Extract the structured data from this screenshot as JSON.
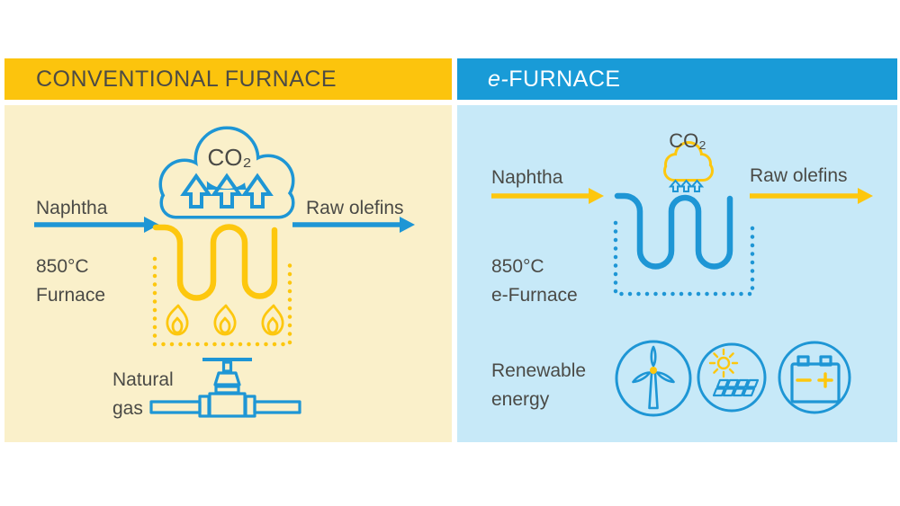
{
  "left_panel": {
    "title": "CONVENTIONAL FURNACE",
    "co2_label": "CO₂",
    "naphtha_label": "Naphtha",
    "raw_olefins_label": "Raw olefins",
    "temp_label": "850°C",
    "furnace_label": "Furnace",
    "natural_gas_line1": "Natural",
    "natural_gas_line2": "gas"
  },
  "right_panel": {
    "title_prefix": "e-",
    "title_rest": "FURNACE",
    "co2_label": "CO₂",
    "naphtha_label": "Naphtha",
    "raw_olefins_label": "Raw olefins",
    "temp_label": "850°C",
    "furnace_label": "e-Furnace",
    "renewable_line1": "Renewable",
    "renewable_line2": "energy"
  },
  "icons": {
    "left": [
      "co2-cloud-icon",
      "emission-arrows-icon",
      "naphtha-arrow",
      "raw-olefins-arrow",
      "furnace-coil",
      "furnace-dotted-border",
      "flame-icon",
      "gas-pipe-valve-icon"
    ],
    "right": [
      "co2-small-cloud-icon",
      "co2-mini-arrows-icon",
      "naphtha-arrow",
      "raw-olefins-arrow",
      "e-furnace-coil",
      "e-furnace-dotted-border",
      "wind-turbine-icon",
      "solar-panel-icon",
      "battery-icon"
    ]
  },
  "colors": {
    "header_yellow": "#fcc40d",
    "header_blue": "#199bd7",
    "body_yellow": "#faf0ca",
    "body_blue": "#c7e9f8",
    "stroke_blue": "#1e96d5",
    "stroke_yellow": "#fdc70e",
    "text_dark": "#4a4a46",
    "header_text_dark": "#4d4b44"
  }
}
